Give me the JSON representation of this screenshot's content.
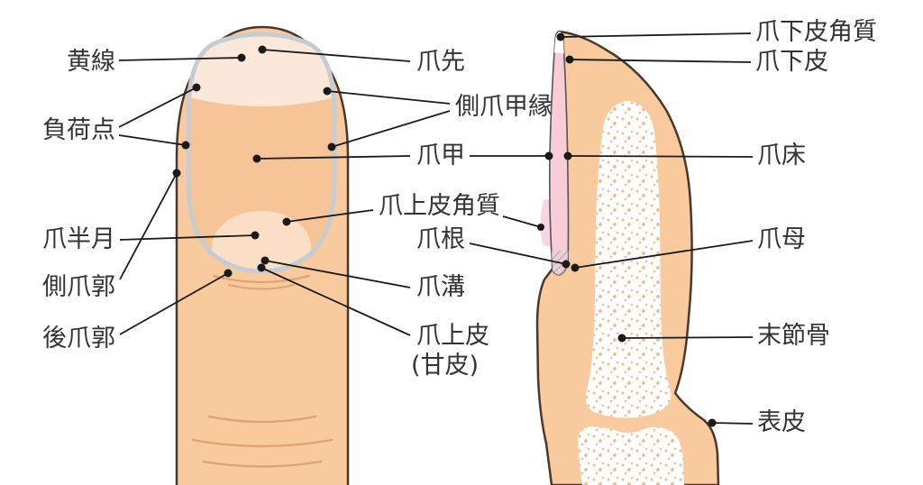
{
  "colors": {
    "bg": "#ffffff",
    "skin": "#f8ca9e",
    "skin-outline": "#4a382a",
    "nail-top": "#f6c496",
    "nail-free-edge": "#fce8da",
    "lunula": "#fadfc6",
    "nail-outline-gray": "#c7ccd2",
    "crease": "#dda377",
    "side-nail-pink": "#f8cdd8",
    "side-nail-outline": "#555555",
    "cuticle-pink": "#f9d4e2",
    "bone-white": "#ffffff",
    "speckle": "#efbf96",
    "label-text": "#333333",
    "leader-line": "#1a1a1a"
  },
  "labels": {
    "yellow_line": "黄線",
    "load_point": "負荷点",
    "lunula": "爪半月",
    "lateral_nail_wall": "側爪郭",
    "proximal_nail_wall": "後爪郭",
    "nail_tip": "爪先",
    "lateral_nail_edge": "側爪甲縁",
    "nail_plate": "爪甲",
    "eponychium_keratin": "爪上皮角質",
    "nail_root": "爪根",
    "nail_groove": "爪溝",
    "eponychium": "爪上皮",
    "eponychium_alt": "(甘皮)",
    "hyponychium_keratin": "爪下皮角質",
    "hyponychium": "爪下皮",
    "nail_bed": "爪床",
    "nail_matrix": "爪母",
    "distal_phalanx": "末節骨",
    "epidermis": "表皮"
  }
}
